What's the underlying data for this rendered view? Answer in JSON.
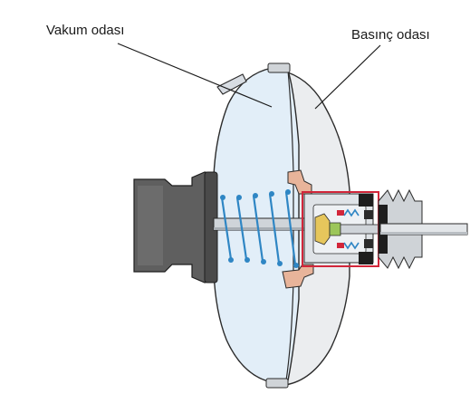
{
  "labels": {
    "vacuum_chamber": "Vakum odası",
    "pressure_chamber": "Basınç odası"
  },
  "colors": {
    "vacuum_fill": "#e2eef8",
    "pressure_fill": "#ebedef",
    "outline": "#2b2b2b",
    "spring": "#2f86c4",
    "housing_dark": "#5a5a5a",
    "gasket": "#e8b49a",
    "highlight_box": "#d2263a",
    "seal_dark": "#1e1e1e"
  },
  "icons": {
    "master_cylinder": "master-cylinder-housing",
    "return_spring": "return-spring-coils",
    "control_valve": "valve-assembly-detail"
  }
}
